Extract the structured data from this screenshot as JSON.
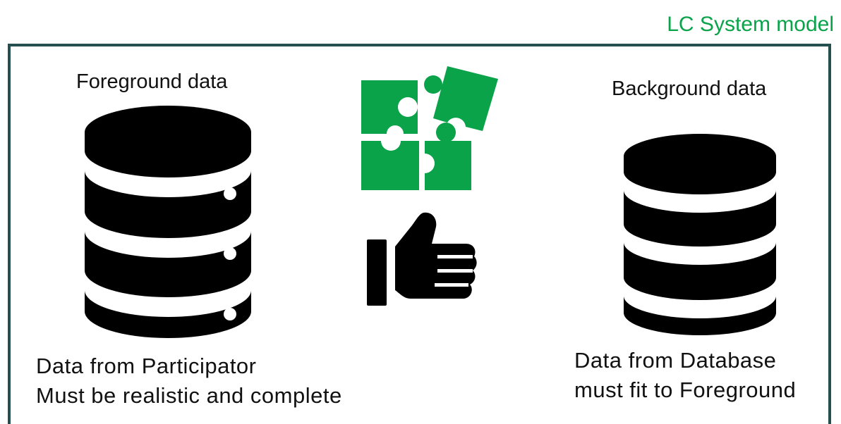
{
  "title": "LC System model",
  "foreground": {
    "label": "Foreground data",
    "lines": [
      "Data from Participator",
      "Must be realistic and complete"
    ]
  },
  "background": {
    "label": "Background data",
    "lines": [
      "Data from Database",
      "must fit to Foreground"
    ]
  },
  "icons": [
    "database-icon",
    "puzzle-icon",
    "thumbs-up-icon",
    "database-icon"
  ],
  "colors": {
    "accent": "#0aa34a",
    "frame": "#23504f",
    "icon": "#000000",
    "puzzle": "#0aa34a"
  }
}
